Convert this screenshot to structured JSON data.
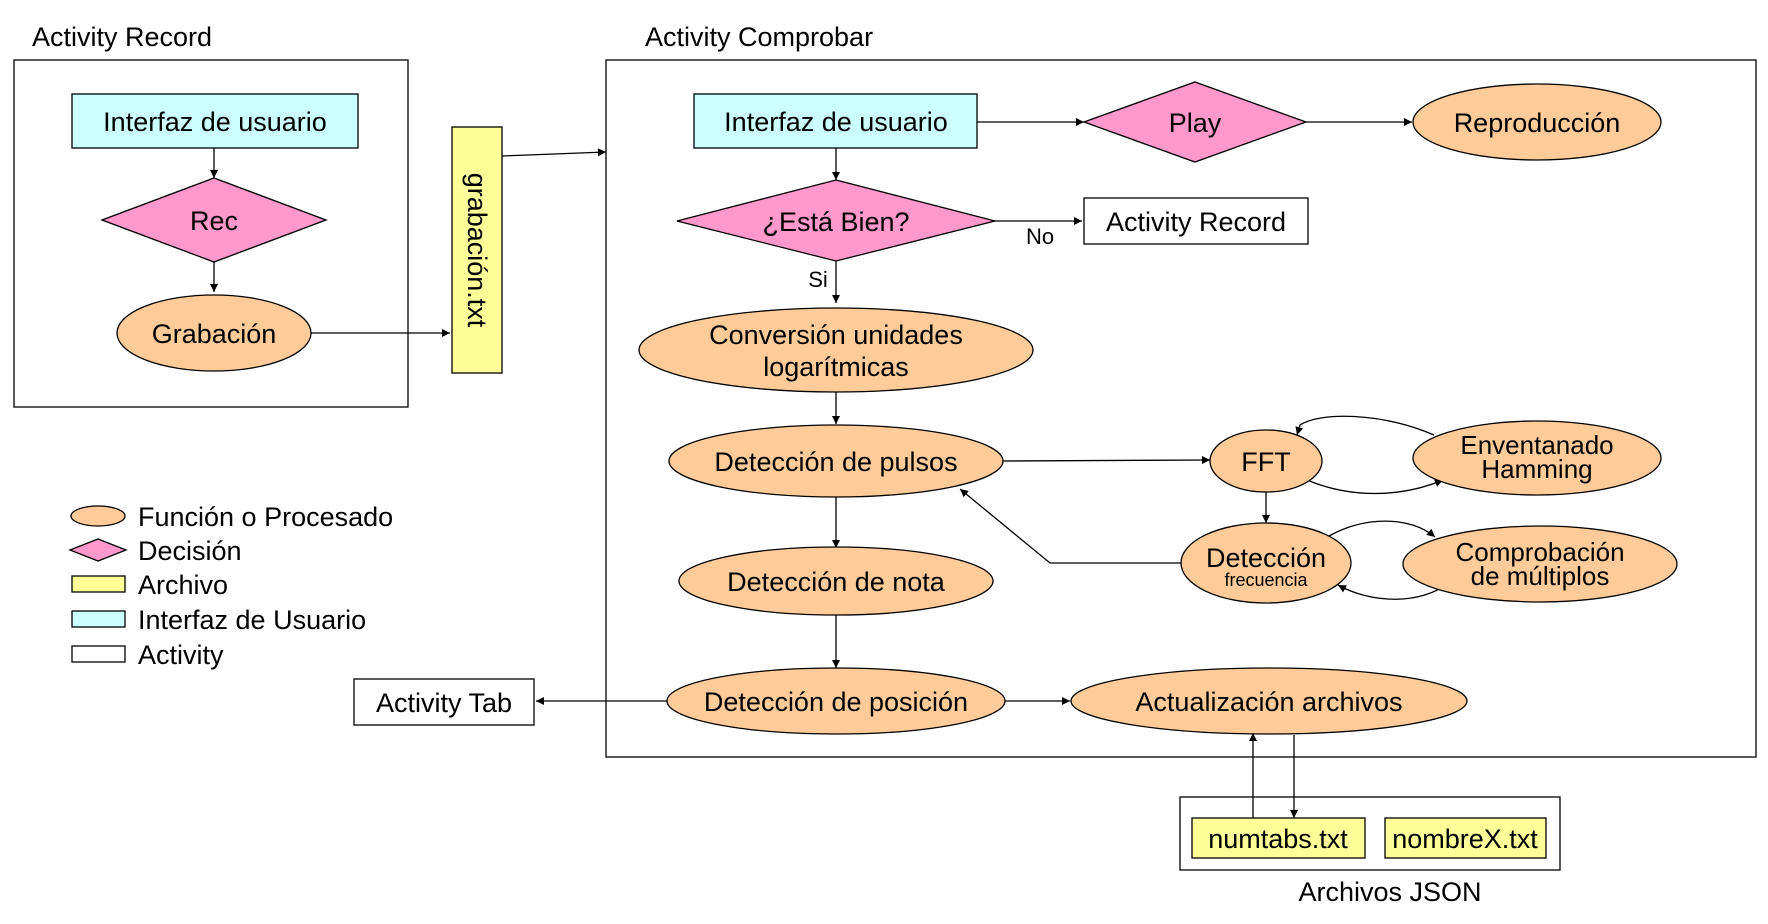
{
  "colors": {
    "ui": "#ccffff",
    "decision": "#ff99cc",
    "process": "#ffcc99",
    "file": "#ffff99",
    "activity": "#ffffff",
    "line": "#000000"
  },
  "frames": {
    "record_title": "Activity Record",
    "comprobar_title": "Activity Comprobar",
    "json_caption": "Archivos JSON"
  },
  "record": {
    "ui": "Interfaz de usuario",
    "rec": "Rec",
    "grabacion": "Grabación"
  },
  "file_grabacion": "grabación.txt",
  "comprobar": {
    "ui": "Interfaz de usuario",
    "play": "Play",
    "reproduccion": "Reproducción",
    "esta_bien": "¿Está Bien?",
    "no_label": "No",
    "si_label": "Si",
    "activity_record": "Activity Record",
    "conversion_line1": "Conversión unidades",
    "conversion_line2": "logarítmicas",
    "deteccion_pulsos": "Detección de pulsos",
    "fft": "FFT",
    "enventanado_line1": "Enventanado",
    "enventanado_line2": "Hamming",
    "deteccion_frec_line1": "Detección",
    "deteccion_frec_line2": "frecuencia",
    "comprobacion_line1": "Comprobación",
    "comprobacion_line2": "de múltiplos",
    "deteccion_nota": "Detección de nota",
    "deteccion_posicion": "Detección de posición",
    "actualizacion": "Actualización archivos"
  },
  "activity_tab": "Activity Tab",
  "json_files": {
    "numtabs": "numtabs.txt",
    "nombrex": "nombreX.txt"
  },
  "legend": {
    "funcion": "Función o Procesado",
    "decision": "Decisión",
    "archivo": "Archivo",
    "interfaz": "Interfaz de Usuario",
    "activity": "Activity"
  }
}
